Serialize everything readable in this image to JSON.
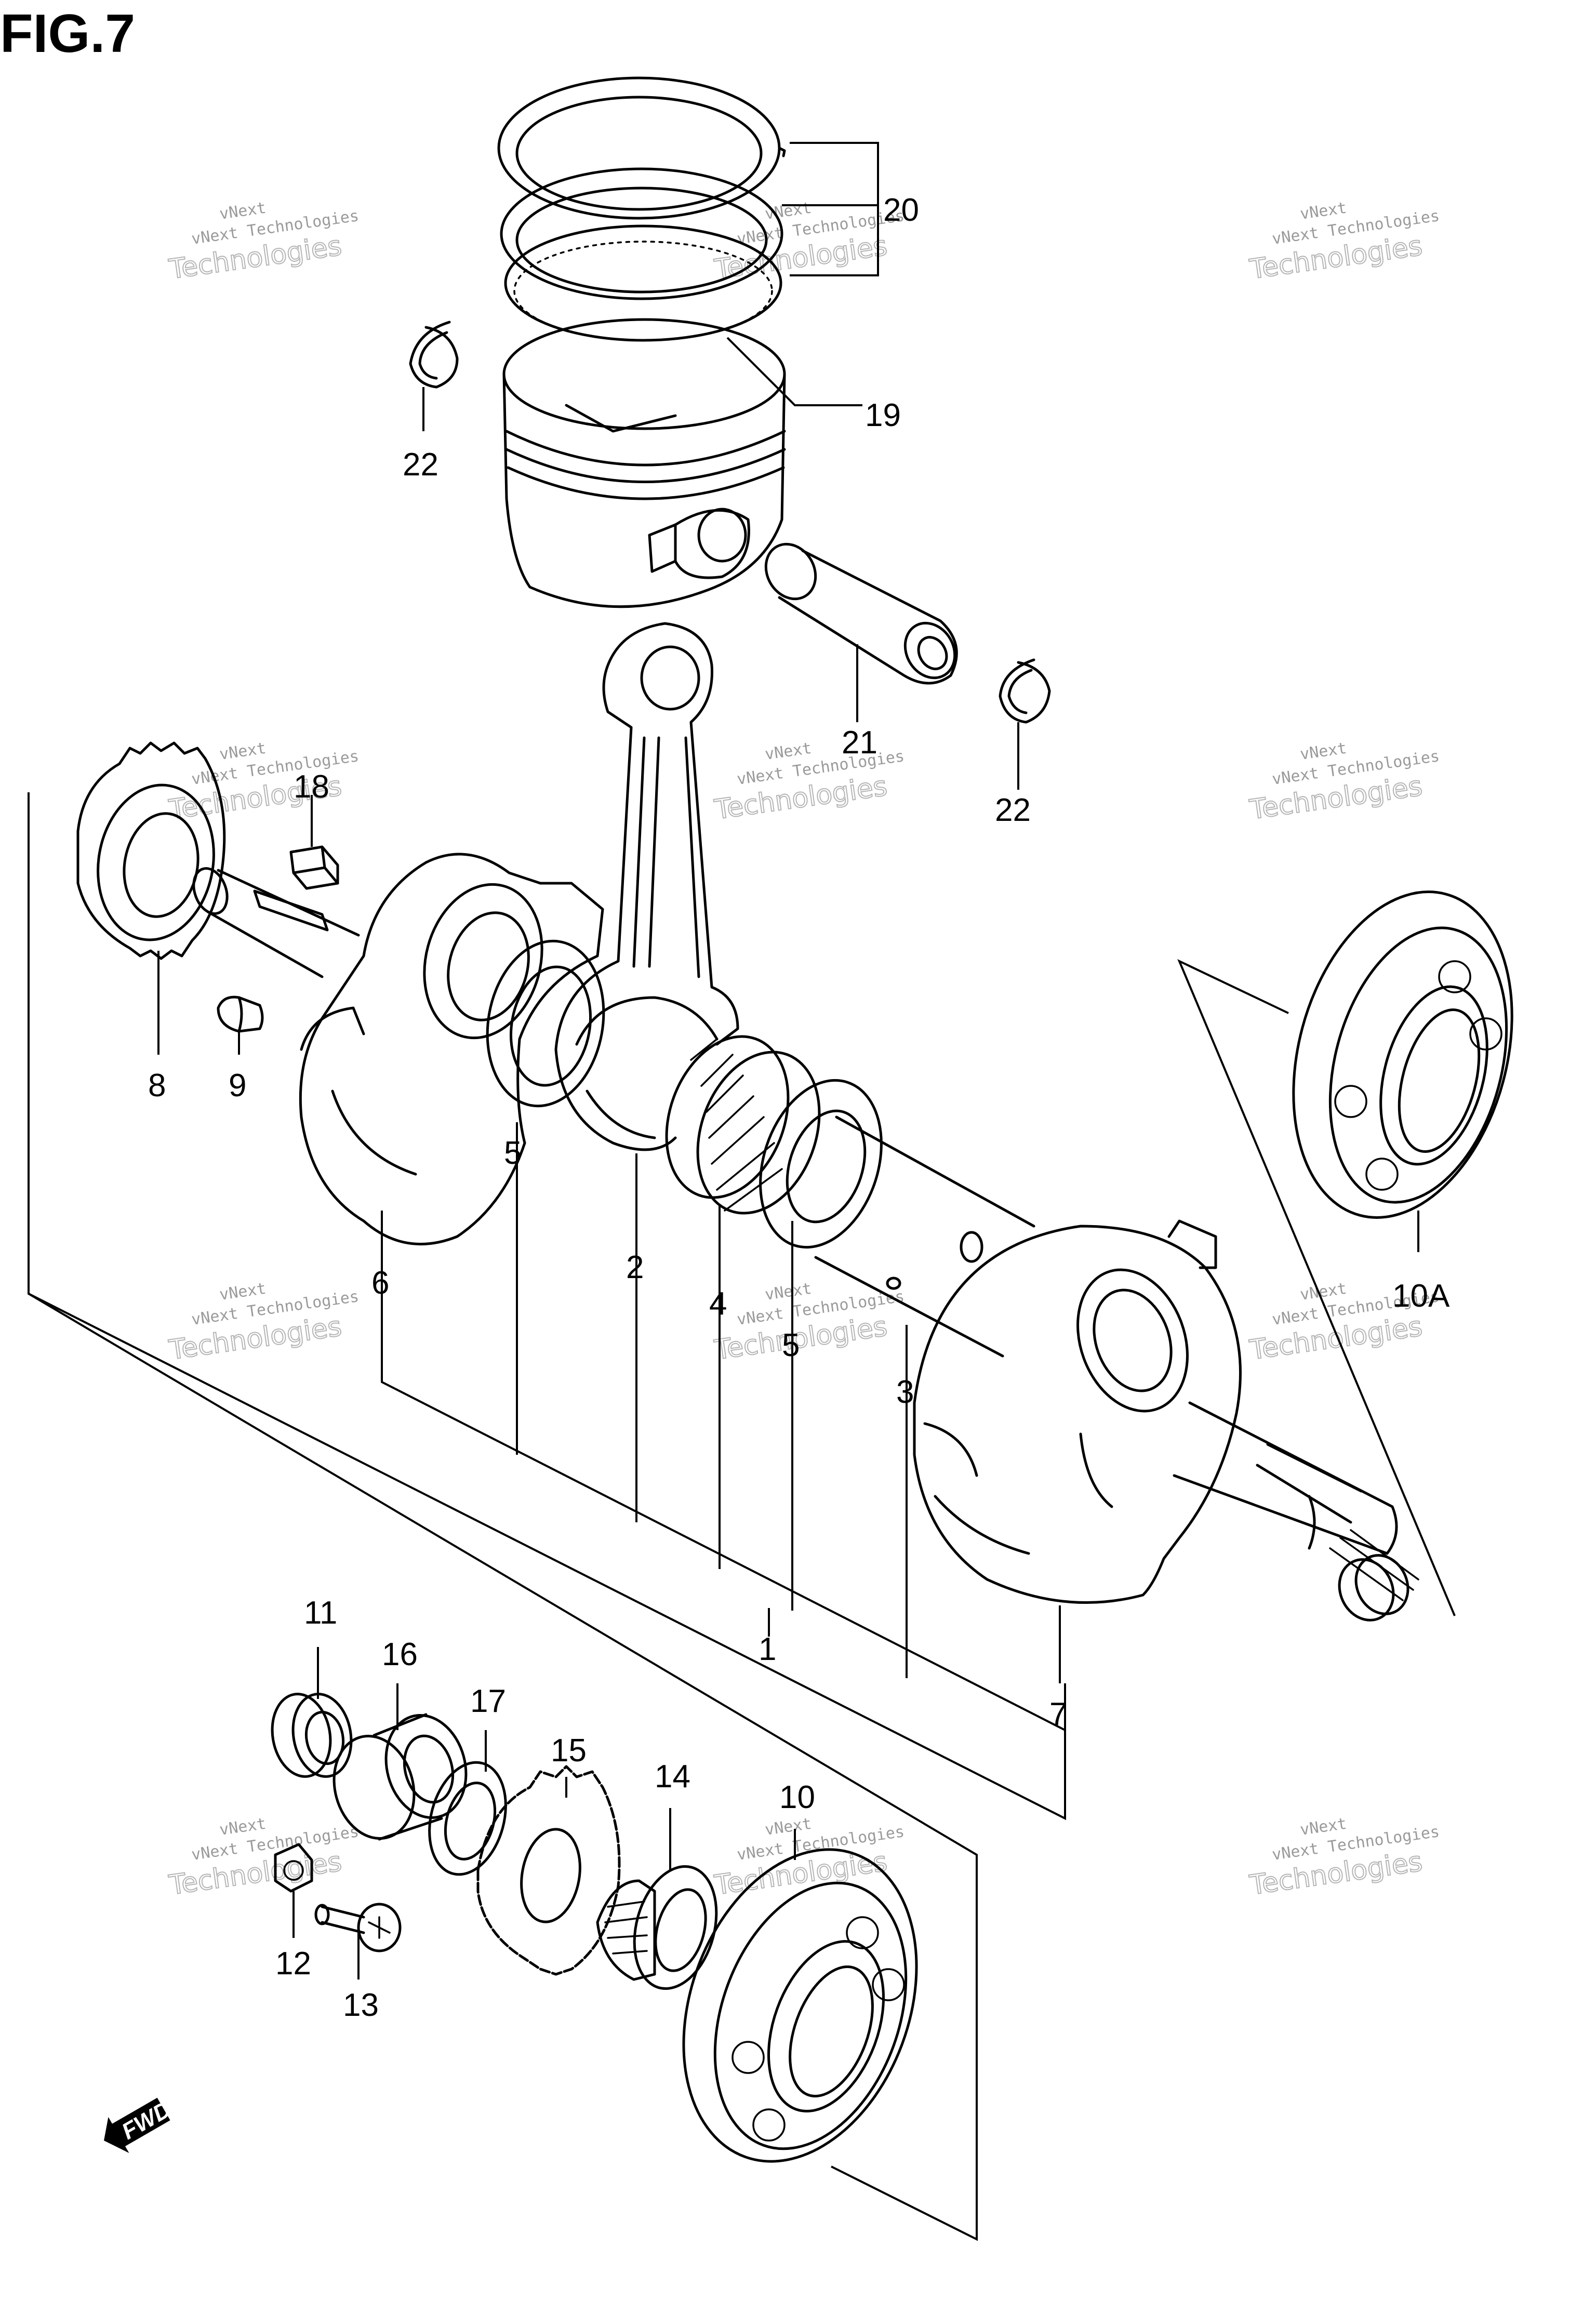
{
  "figure": {
    "title": "FIG.7"
  },
  "watermark": {
    "line1": "vNext",
    "line2": "vNext Technologies",
    "line3": "Technologies"
  },
  "direction_badge": {
    "label": "FWD"
  },
  "callouts": {
    "c1": "1",
    "c2": "2",
    "c3": "3",
    "c4": "4",
    "c5a": "5",
    "c5b": "5",
    "c6": "6",
    "c7": "7",
    "c8": "8",
    "c9": "9",
    "c10": "10",
    "c10a": "10A",
    "c11": "11",
    "c12": "12",
    "c13": "13",
    "c14": "14",
    "c15": "15",
    "c16": "16",
    "c17": "17",
    "c18": "18",
    "c19": "19",
    "c20": "20",
    "c21": "21",
    "c22a": "22",
    "c22b": "22"
  }
}
